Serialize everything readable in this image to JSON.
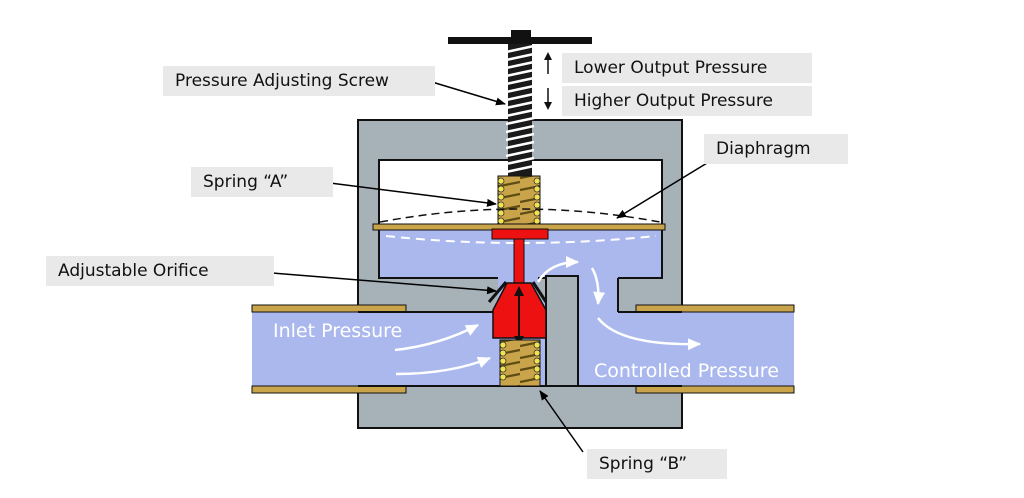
{
  "labels": {
    "pressure_adjusting_screw": "Pressure Adjusting Screw",
    "lower_output_pressure": "Lower Output Pressure",
    "higher_output_pressure": "Higher Output Pressure",
    "diaphragm": "Diaphragm",
    "spring_a": "Spring “A”",
    "adjustable_orifice": "Adjustable Orifice",
    "spring_b": "Spring “B”",
    "inlet_pressure": "Inlet Pressure",
    "controlled_pressure": "Controlled Pressure"
  },
  "colors": {
    "body": "#a7b1b8",
    "fluid": "#aab8ee",
    "brass": "#c9a44a",
    "spring": "#6b5a1d",
    "valve": "#ee1111",
    "label_bg": "#e9e9e9"
  }
}
